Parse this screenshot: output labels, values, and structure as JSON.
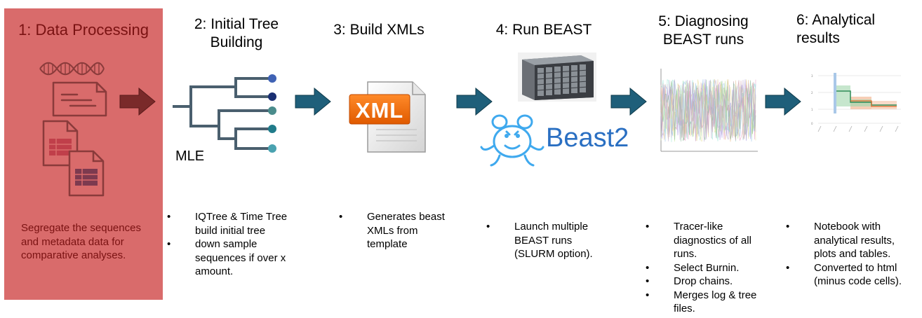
{
  "steps": [
    {
      "title": "1: Data Processing",
      "bullets": [],
      "description": "Segregate the sequences and metadata data for comparative analyses.",
      "bg_color": "#d96b6b",
      "title_color": "#7a1212"
    },
    {
      "title": "2: Initial Tree Building",
      "tree_label": "MLE",
      "bullets": [
        "IQTree & Time Tree build initial tree",
        "down sample sequences if over x amount."
      ]
    },
    {
      "title": "3: Build XMLs",
      "icon_label": "XML",
      "bullets": [
        "Generates beast XMLs from template"
      ]
    },
    {
      "title": "4: Run BEAST",
      "logo_label": "Beast2",
      "bullets": [
        "Launch multiple BEAST runs (SLURM option)."
      ]
    },
    {
      "title": "5: Diagnosing BEAST runs",
      "bullets": [
        "Tracer-like diagnostics of all runs.",
        "Select Burnin.",
        "Drop chains.",
        "Merges log & tree files."
      ]
    },
    {
      "title": "6: Analytical results",
      "bullets": [
        "Notebook with analytical results, plots and tables.",
        "Converted to html (minus code cells)."
      ]
    }
  ],
  "colors": {
    "arrow": "#1f5f7a",
    "arrow_first": "#7a2a2a",
    "step1_bg": "#d96b6b"
  }
}
